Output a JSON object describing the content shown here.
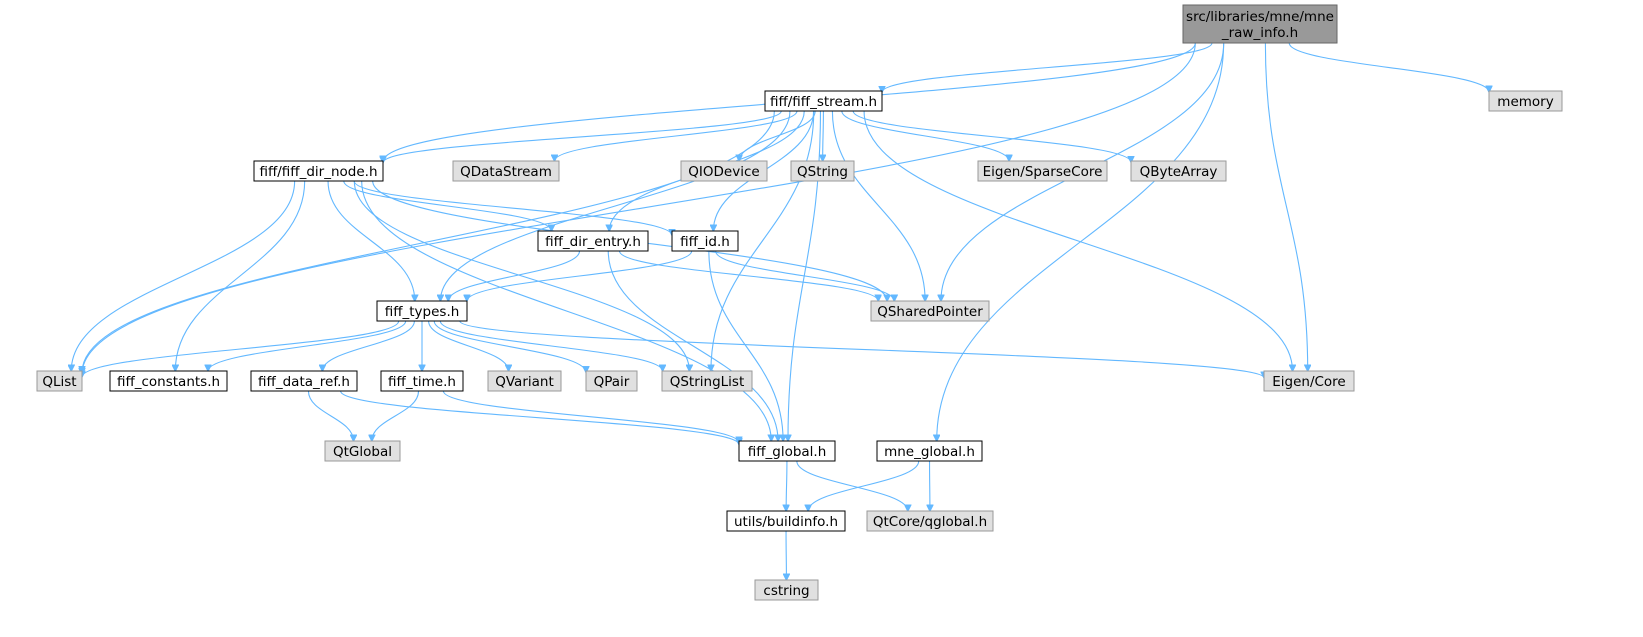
{
  "colors": {
    "edge": "#63b8ff",
    "root_fill": "#999999",
    "root_stroke": "#666666",
    "local_fill": "#ffffff",
    "local_stroke": "#000000",
    "external_fill": "#e0e0e0",
    "external_stroke": "#999999"
  },
  "nodes": [
    {
      "id": "root",
      "label": "src/libraries/mne/mne\n_raw_info.h",
      "kind": "root"
    },
    {
      "id": "fiff_stream",
      "label": "fiff/fiff_stream.h",
      "kind": "local"
    },
    {
      "id": "memory",
      "label": "memory",
      "kind": "external"
    },
    {
      "id": "fiff_dir_node",
      "label": "fiff/fiff_dir_node.h",
      "kind": "local"
    },
    {
      "id": "qdatastream",
      "label": "QDataStream",
      "kind": "external"
    },
    {
      "id": "qiodevice",
      "label": "QIODevice",
      "kind": "external"
    },
    {
      "id": "qstring",
      "label": "QString",
      "kind": "external"
    },
    {
      "id": "eigen_sparse",
      "label": "Eigen/SparseCore",
      "kind": "external"
    },
    {
      "id": "qbytearray",
      "label": "QByteArray",
      "kind": "external"
    },
    {
      "id": "fiff_dir_entry",
      "label": "fiff_dir_entry.h",
      "kind": "local"
    },
    {
      "id": "fiff_id",
      "label": "fiff_id.h",
      "kind": "local"
    },
    {
      "id": "fiff_types",
      "label": "fiff_types.h",
      "kind": "local"
    },
    {
      "id": "qsharedpointer",
      "label": "QSharedPointer",
      "kind": "external"
    },
    {
      "id": "qlist",
      "label": "QList",
      "kind": "external"
    },
    {
      "id": "fiff_constants",
      "label": "fiff_constants.h",
      "kind": "local"
    },
    {
      "id": "fiff_data_ref",
      "label": "fiff_data_ref.h",
      "kind": "local"
    },
    {
      "id": "fiff_time",
      "label": "fiff_time.h",
      "kind": "local"
    },
    {
      "id": "qvariant",
      "label": "QVariant",
      "kind": "external"
    },
    {
      "id": "qpair",
      "label": "QPair",
      "kind": "external"
    },
    {
      "id": "qstringlist",
      "label": "QStringList",
      "kind": "external"
    },
    {
      "id": "eigen_core",
      "label": "Eigen/Core",
      "kind": "external"
    },
    {
      "id": "qtglobal",
      "label": "QtGlobal",
      "kind": "external"
    },
    {
      "id": "fiff_global",
      "label": "fiff_global.h",
      "kind": "local"
    },
    {
      "id": "mne_global",
      "label": "mne_global.h",
      "kind": "local"
    },
    {
      "id": "buildinfo",
      "label": "utils/buildinfo.h",
      "kind": "local"
    },
    {
      "id": "qcore_qglobal",
      "label": "QtCore/qglobal.h",
      "kind": "external"
    },
    {
      "id": "cstring",
      "label": "cstring",
      "kind": "external"
    }
  ],
  "edges": [
    [
      "root",
      "fiff_stream"
    ],
    [
      "root",
      "fiff_dir_node"
    ],
    [
      "root",
      "qlist"
    ],
    [
      "root",
      "memory"
    ],
    [
      "root",
      "qsharedpointer"
    ],
    [
      "root",
      "eigen_core"
    ],
    [
      "root",
      "mne_global"
    ],
    [
      "fiff_stream",
      "fiff_dir_node"
    ],
    [
      "fiff_stream",
      "qdatastream"
    ],
    [
      "fiff_stream",
      "qiodevice"
    ],
    [
      "fiff_stream",
      "qstring"
    ],
    [
      "fiff_stream",
      "eigen_sparse"
    ],
    [
      "fiff_stream",
      "qbytearray"
    ],
    [
      "fiff_stream",
      "fiff_dir_entry"
    ],
    [
      "fiff_stream",
      "fiff_id"
    ],
    [
      "fiff_stream",
      "fiff_types"
    ],
    [
      "fiff_stream",
      "qsharedpointer"
    ],
    [
      "fiff_stream",
      "qlist"
    ],
    [
      "fiff_stream",
      "qstringlist"
    ],
    [
      "fiff_stream",
      "eigen_core"
    ],
    [
      "fiff_stream",
      "fiff_global"
    ],
    [
      "fiff_dir_node",
      "fiff_dir_entry"
    ],
    [
      "fiff_dir_node",
      "fiff_id"
    ],
    [
      "fiff_dir_node",
      "fiff_types"
    ],
    [
      "fiff_dir_node",
      "qsharedpointer"
    ],
    [
      "fiff_dir_node",
      "qlist"
    ],
    [
      "fiff_dir_node",
      "fiff_constants"
    ],
    [
      "fiff_dir_node",
      "qstringlist"
    ],
    [
      "fiff_dir_node",
      "fiff_global"
    ],
    [
      "fiff_dir_entry",
      "fiff_types"
    ],
    [
      "fiff_dir_entry",
      "qsharedpointer"
    ],
    [
      "fiff_dir_entry",
      "fiff_global"
    ],
    [
      "fiff_id",
      "fiff_types"
    ],
    [
      "fiff_id",
      "qsharedpointer"
    ],
    [
      "fiff_id",
      "fiff_global"
    ],
    [
      "fiff_types",
      "qlist"
    ],
    [
      "fiff_types",
      "fiff_constants"
    ],
    [
      "fiff_types",
      "fiff_data_ref"
    ],
    [
      "fiff_types",
      "fiff_time"
    ],
    [
      "fiff_types",
      "qvariant"
    ],
    [
      "fiff_types",
      "qpair"
    ],
    [
      "fiff_types",
      "qstringlist"
    ],
    [
      "fiff_types",
      "eigen_core"
    ],
    [
      "fiff_data_ref",
      "qtglobal"
    ],
    [
      "fiff_data_ref",
      "fiff_global"
    ],
    [
      "fiff_time",
      "qtglobal"
    ],
    [
      "fiff_time",
      "fiff_global"
    ],
    [
      "fiff_global",
      "buildinfo"
    ],
    [
      "fiff_global",
      "qcore_qglobal"
    ],
    [
      "mne_global",
      "buildinfo"
    ],
    [
      "mne_global",
      "qcore_qglobal"
    ],
    [
      "buildinfo",
      "cstring"
    ]
  ]
}
